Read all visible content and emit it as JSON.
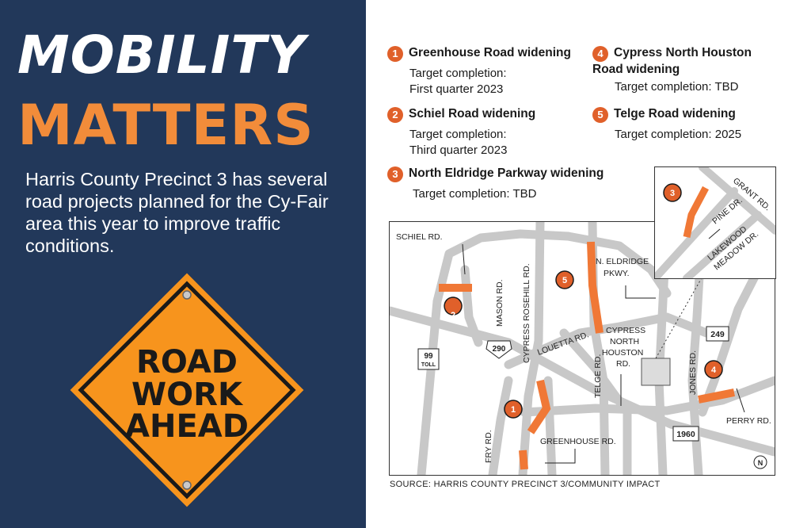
{
  "header": {
    "title_line1": "MOBILITY",
    "title_line2": "MATTERS",
    "intro": "Harris County Precinct 3 has several road projects planned for the Cy-Fair area this year to improve traffic conditions."
  },
  "sign": {
    "line1": "ROAD",
    "line2": "WORK",
    "line3": "AHEAD"
  },
  "projects": [
    {
      "num": "1",
      "name": "Greenhouse Road widening",
      "target": "Target completion:",
      "target2": "First quarter 2023"
    },
    {
      "num": "2",
      "name": "Schiel Road widening",
      "target": "Target completion:",
      "target2": "Third quarter 2023"
    },
    {
      "num": "3",
      "name": "North Eldridge Parkway widening",
      "target": "Target completion: TBD"
    },
    {
      "num": "4",
      "name1": "Cypress North Houston",
      "name2": "Road widening",
      "target": "Target completion: TBD"
    },
    {
      "num": "5",
      "name": "Telge Road widening",
      "target": "Target completion: 2025"
    }
  ],
  "map_labels": {
    "schiel": "SCHIEL RD.",
    "mason": "MASON RD.",
    "cypress_rosehill": "CYPRESS ROSEHILL RD.",
    "louetta": "LOUETTA RD.",
    "eldridge1": "N. ELDRIDGE",
    "eldridge2": "PKWY.",
    "cnh1": "CYPRESS",
    "cnh2": "NORTH",
    "cnh3": "HOUSTON",
    "cnh4": "RD.",
    "telge": "TELGE RD.",
    "jones": "JONES RD.",
    "perry": "PERRY RD.",
    "greenhouse": "GREENHOUSE RD.",
    "fry": "FRY RD.",
    "hwy99": "99",
    "toll": "TOLL",
    "hwy290": "290",
    "hwy249": "249",
    "fm1960": "1960",
    "north": "N"
  },
  "inset_labels": {
    "grant": "GRANT RD.",
    "pine": "PINE DR.",
    "lakewood1": "LAKEWOOD",
    "lakewood2": "MEADOW DR."
  },
  "source": "SOURCE: HARRIS COUNTY PRECINCT 3/COMMUNITY IMPACT",
  "colors": {
    "navy": "#22385a",
    "orange": "#f28c3a",
    "marker": "#e0602a",
    "road": "#c8c8c8",
    "sign_orange": "#f7941d"
  }
}
